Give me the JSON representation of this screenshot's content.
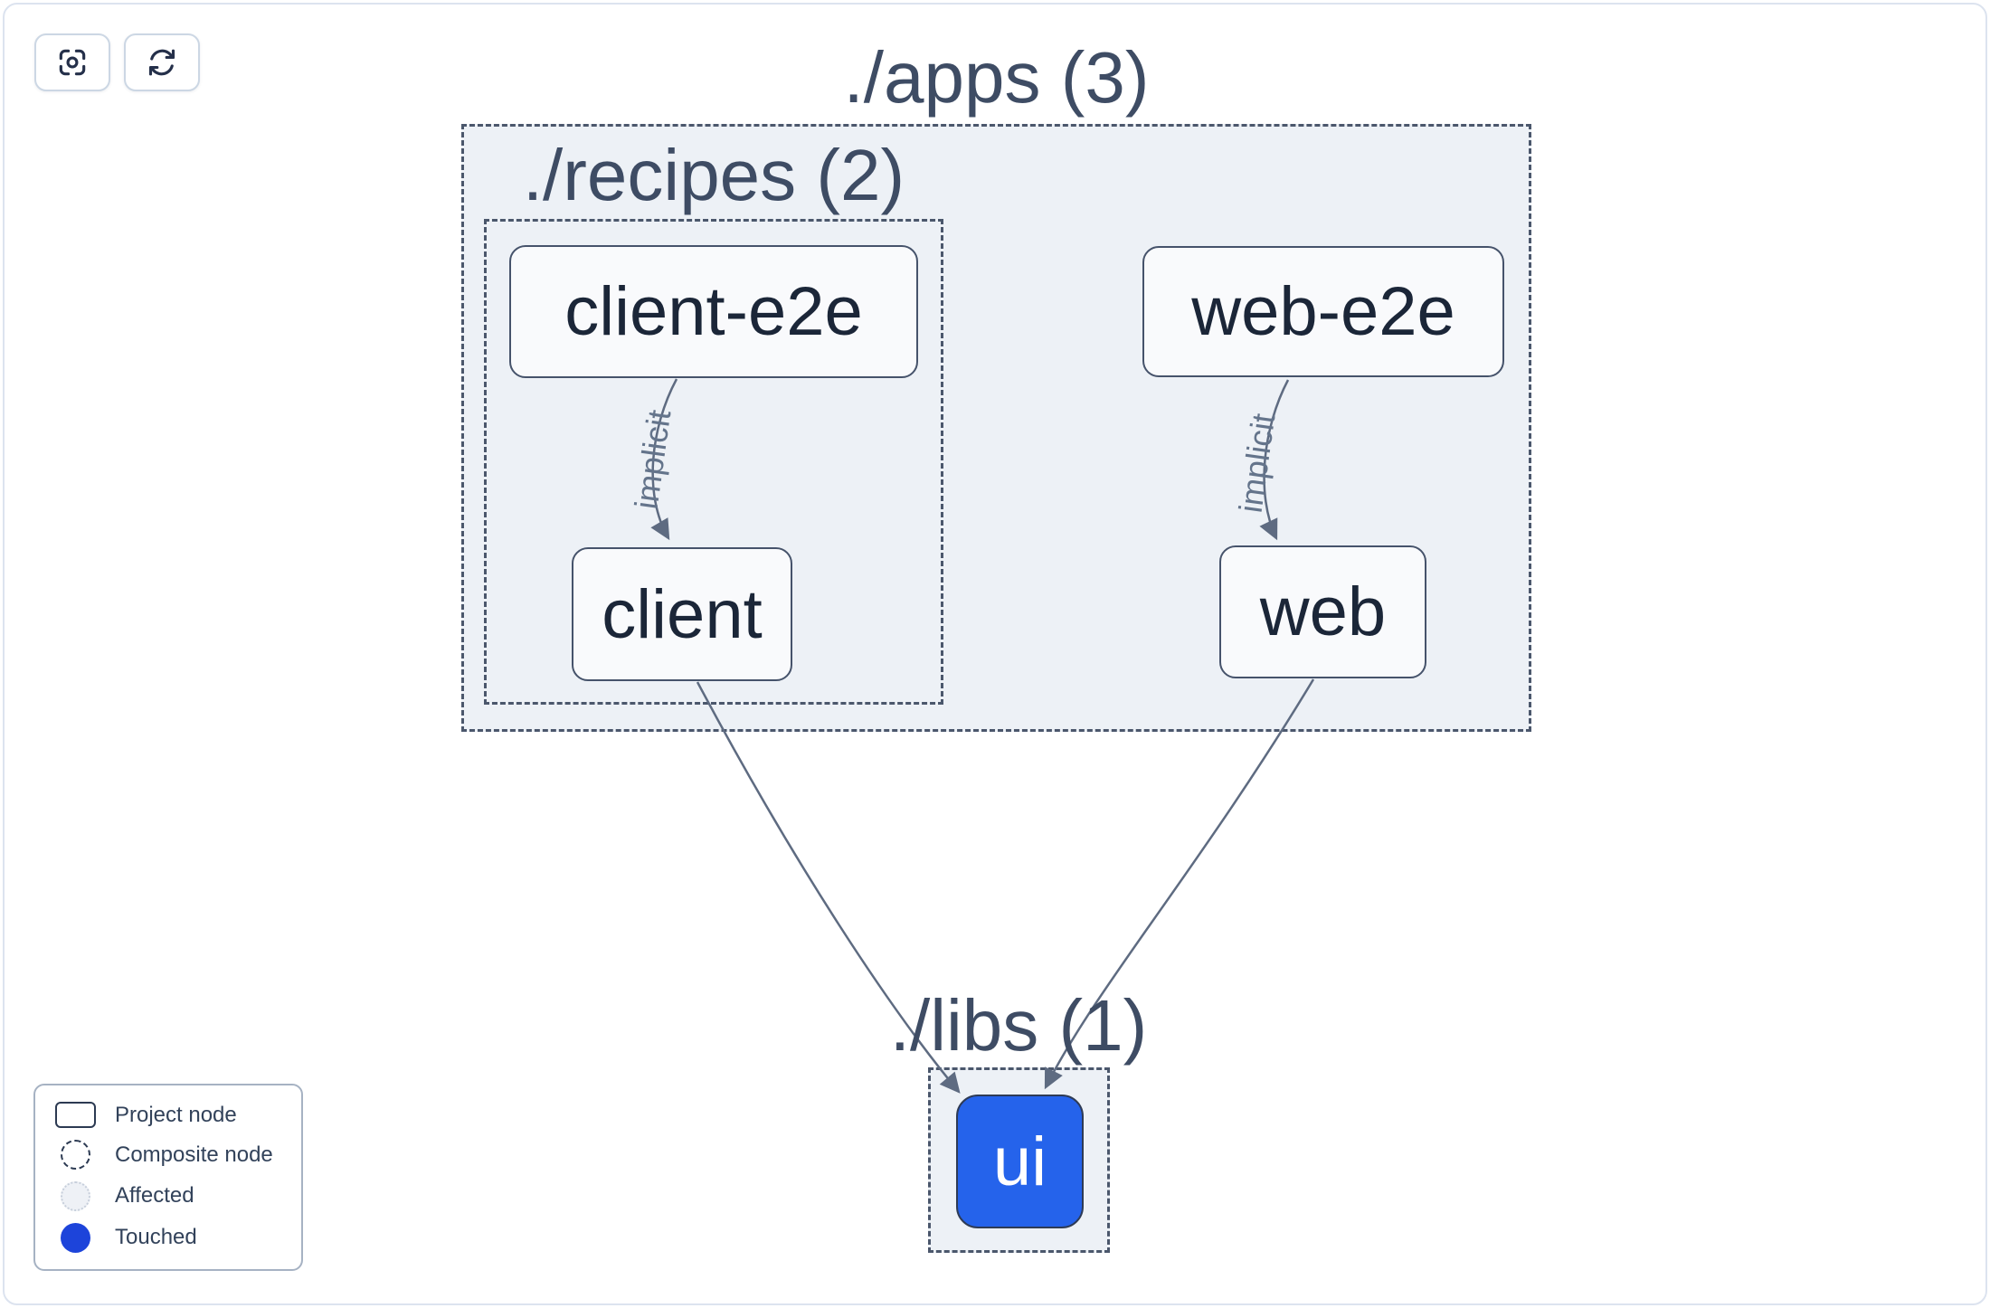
{
  "toolbar": {
    "buttons": [
      {
        "name": "focus",
        "icon": "focus-icon"
      },
      {
        "name": "refresh",
        "icon": "refresh-icon"
      }
    ]
  },
  "graph": {
    "groups": [
      {
        "id": "apps",
        "label": "./apps (3)"
      },
      {
        "id": "recipes",
        "label": "./recipes (2)"
      },
      {
        "id": "libs",
        "label": "./libs (1)"
      }
    ],
    "nodes": [
      {
        "id": "client-e2e",
        "label": "client-e2e",
        "type": "project",
        "state": "normal"
      },
      {
        "id": "web-e2e",
        "label": "web-e2e",
        "type": "project",
        "state": "normal"
      },
      {
        "id": "client",
        "label": "client",
        "type": "project",
        "state": "normal"
      },
      {
        "id": "web",
        "label": "web",
        "type": "project",
        "state": "normal"
      },
      {
        "id": "ui",
        "label": "ui",
        "type": "project",
        "state": "touched"
      }
    ],
    "edges": [
      {
        "from": "client-e2e",
        "to": "client",
        "label": "implicit"
      },
      {
        "from": "web-e2e",
        "to": "web",
        "label": "implicit"
      },
      {
        "from": "client",
        "to": "ui",
        "label": ""
      },
      {
        "from": "web",
        "to": "ui",
        "label": ""
      }
    ]
  },
  "legend": {
    "items": [
      {
        "icon": "project-node-icon",
        "label": "Project node"
      },
      {
        "icon": "composite-node-icon",
        "label": "Composite node"
      },
      {
        "icon": "affected-icon",
        "label": "Affected"
      },
      {
        "icon": "touched-icon",
        "label": "Touched"
      }
    ]
  },
  "colors": {
    "touched_node": "#2563eb",
    "touched_legend": "#1d44da",
    "edge": "#5e6b81",
    "group_fill": "#edf1f6",
    "dashed_border": "#4b576c",
    "node_border": "#46536b",
    "node_text": "#1b2638"
  }
}
